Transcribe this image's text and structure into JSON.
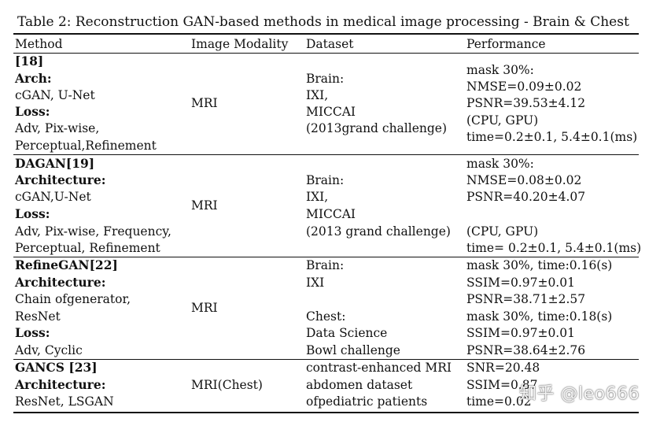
{
  "caption": "Table 2: Reconstruction GAN-based methods in medical image processing - Brain & Chest",
  "headers": {
    "method": "Method",
    "modality": "Image Modality",
    "dataset": "Dataset",
    "performance": "Performance"
  },
  "rows": [
    {
      "method": [
        "[18]",
        "Arch:",
        "cGAN, U-Net",
        "Loss:",
        "Adv, Pix-wise,",
        "Perceptual,Refinement"
      ],
      "modality": "MRI",
      "dataset": [
        "Brain:",
        "IXI,",
        "MICCAI",
        "(2013grand challenge)"
      ],
      "performance": [
        "mask 30%:",
        "NMSE=0.09±0.02",
        "PSNR=39.53±4.12",
        "(CPU, GPU)",
        "time=0.2±0.1, 5.4±0.1(ms)"
      ]
    },
    {
      "method": [
        "DAGAN[19]",
        "Architecture:",
        "cGAN,U-Net",
        "Loss:",
        "Adv, Pix-wise, Frequency,",
        "Perceptual, Refinement"
      ],
      "modality": "MRI",
      "dataset": [
        "Brain:",
        "IXI,",
        "MICCAI",
        "(2013 grand challenge)"
      ],
      "performance": [
        "mask 30%:",
        "NMSE=0.08±0.02",
        "PSNR=40.20±4.07",
        "(CPU, GPU)",
        "time= 0.2±0.1, 5.4±0.1(ms)"
      ]
    },
    {
      "method": [
        "RefineGAN[22]",
        "Architecture:",
        "Chain ofgenerator,",
        "ResNet",
        "Loss:",
        "Adv, Cyclic"
      ],
      "modality": "MRI",
      "dataset": [
        "Brain:",
        "IXI",
        "Chest:",
        "Data Science",
        "Bowl challenge"
      ],
      "performance": [
        "mask 30%, time:0.16(s)",
        "SSIM=0.97±0.01",
        "PSNR=38.71±2.57",
        "mask 30%, time:0.18(s)",
        "SSIM=0.97±0.01",
        "PSNR=38.64±2.76"
      ]
    },
    {
      "method": [
        "GANCS [23]",
        "Architecture:",
        "ResNet, LSGAN"
      ],
      "modality": "MRI(Chest)",
      "dataset": [
        "contrast-enhanced MRI",
        "abdomen dataset",
        "ofpediatric patients"
      ],
      "performance": [
        "SNR=20.48",
        "SSIM=0.87",
        "time=0.02"
      ]
    }
  ],
  "watermark": "知乎 @leo666"
}
